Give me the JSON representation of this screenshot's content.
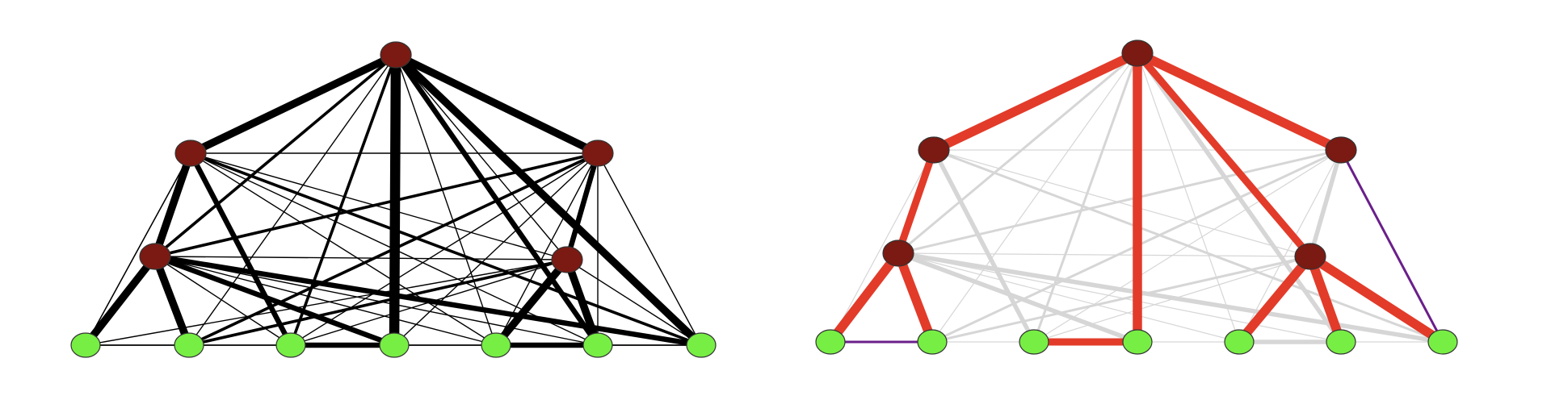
{
  "colors": {
    "background": "#ffffff",
    "full_edge": "#000000",
    "faded_edge": "#d6d6d6",
    "tree_edge": "#e23b2a",
    "extra_edge": "#6a1f8a",
    "steiner_node": "#7a1a12",
    "terminal_node": "#77ee44",
    "node_outline": "#333333"
  },
  "graphs": [
    {
      "id": "complete-graph",
      "nodes": [
        {
          "id": "T",
          "kind": "steiner"
        },
        {
          "id": "UL",
          "kind": "steiner"
        },
        {
          "id": "UR",
          "kind": "steiner"
        },
        {
          "id": "ML",
          "kind": "steiner"
        },
        {
          "id": "MR",
          "kind": "steiner"
        },
        {
          "id": "B1",
          "kind": "terminal"
        },
        {
          "id": "B2",
          "kind": "terminal"
        },
        {
          "id": "B3",
          "kind": "terminal"
        },
        {
          "id": "B4",
          "kind": "terminal"
        },
        {
          "id": "B5",
          "kind": "terminal"
        },
        {
          "id": "B6",
          "kind": "terminal"
        },
        {
          "id": "B7",
          "kind": "terminal"
        }
      ],
      "edges": [
        {
          "a": "T",
          "b": "UL",
          "w": 4,
          "style": "full"
        },
        {
          "a": "T",
          "b": "UR",
          "w": 4,
          "style": "full"
        },
        {
          "a": "T",
          "b": "B4",
          "w": 5,
          "style": "full"
        },
        {
          "a": "T",
          "b": "B6",
          "w": 3,
          "style": "full"
        },
        {
          "a": "T",
          "b": "B7",
          "w": 4,
          "style": "full"
        },
        {
          "a": "T",
          "b": "ML",
          "w": 2,
          "style": "full"
        },
        {
          "a": "T",
          "b": "MR",
          "w": 1,
          "style": "full"
        },
        {
          "a": "T",
          "b": "B3",
          "w": 2,
          "style": "full"
        },
        {
          "a": "T",
          "b": "B5",
          "w": 1,
          "style": "full"
        },
        {
          "a": "T",
          "b": "B2",
          "w": 1,
          "style": "full"
        },
        {
          "a": "UL",
          "b": "UR",
          "w": 1,
          "style": "full"
        },
        {
          "a": "UL",
          "b": "ML",
          "w": 4,
          "style": "full"
        },
        {
          "a": "UL",
          "b": "B3",
          "w": 3,
          "style": "full"
        },
        {
          "a": "UL",
          "b": "B7",
          "w": 2,
          "style": "full"
        },
        {
          "a": "UL",
          "b": "B1",
          "w": 1,
          "style": "full"
        },
        {
          "a": "UL",
          "b": "MR",
          "w": 1,
          "style": "full"
        },
        {
          "a": "UL",
          "b": "B5",
          "w": 1,
          "style": "full"
        },
        {
          "a": "UL",
          "b": "B6",
          "w": 1,
          "style": "full"
        },
        {
          "a": "UR",
          "b": "MR",
          "w": 3,
          "style": "full"
        },
        {
          "a": "UR",
          "b": "ML",
          "w": 2,
          "style": "full"
        },
        {
          "a": "UR",
          "b": "B2",
          "w": 2,
          "style": "full"
        },
        {
          "a": "UR",
          "b": "B3",
          "w": 1,
          "style": "full"
        },
        {
          "a": "UR",
          "b": "B7",
          "w": 1,
          "style": "full"
        },
        {
          "a": "UR",
          "b": "B5",
          "w": 1,
          "style": "full"
        },
        {
          "a": "UR",
          "b": "B4",
          "w": 1,
          "style": "full"
        },
        {
          "a": "ML",
          "b": "MR",
          "w": 1,
          "style": "full"
        },
        {
          "a": "ML",
          "b": "B1",
          "w": 4,
          "style": "full"
        },
        {
          "a": "ML",
          "b": "B2",
          "w": 4,
          "style": "full"
        },
        {
          "a": "ML",
          "b": "B4",
          "w": 3,
          "style": "full"
        },
        {
          "a": "ML",
          "b": "B7",
          "w": 3,
          "style": "full"
        },
        {
          "a": "ML",
          "b": "B5",
          "w": 1,
          "style": "full"
        },
        {
          "a": "ML",
          "b": "B3",
          "w": 1,
          "style": "full"
        },
        {
          "a": "ML",
          "b": "B6",
          "w": 1,
          "style": "full"
        },
        {
          "a": "MR",
          "b": "B5",
          "w": 4,
          "style": "full"
        },
        {
          "a": "MR",
          "b": "B6",
          "w": 4,
          "style": "full"
        },
        {
          "a": "MR",
          "b": "B2",
          "w": 2,
          "style": "full"
        },
        {
          "a": "MR",
          "b": "B1",
          "w": 1,
          "style": "full"
        },
        {
          "a": "MR",
          "b": "B3",
          "w": 1,
          "style": "full"
        },
        {
          "a": "MR",
          "b": "B7",
          "w": 1,
          "style": "full"
        },
        {
          "a": "B1",
          "b": "B2",
          "w": 1,
          "style": "full"
        },
        {
          "a": "B2",
          "b": "B3",
          "w": 1,
          "style": "full"
        },
        {
          "a": "B3",
          "b": "B4",
          "w": 3,
          "style": "full"
        },
        {
          "a": "B4",
          "b": "B5",
          "w": 1,
          "style": "full"
        },
        {
          "a": "B5",
          "b": "B6",
          "w": 3,
          "style": "full"
        },
        {
          "a": "B6",
          "b": "B7",
          "w": 1,
          "style": "full"
        },
        {
          "a": "B1",
          "b": "B7",
          "w": 1,
          "style": "full"
        },
        {
          "a": "B1",
          "b": "UL",
          "w": 1,
          "style": "full"
        },
        {
          "a": "UR",
          "b": "B6",
          "w": 1,
          "style": "full"
        }
      ]
    },
    {
      "id": "steiner-tree",
      "nodes": [
        {
          "id": "T",
          "kind": "steiner"
        },
        {
          "id": "UL",
          "kind": "steiner"
        },
        {
          "id": "UR",
          "kind": "steiner"
        },
        {
          "id": "ML",
          "kind": "steiner"
        },
        {
          "id": "MR",
          "kind": "steiner"
        },
        {
          "id": "B1",
          "kind": "terminal"
        },
        {
          "id": "B2",
          "kind": "terminal"
        },
        {
          "id": "B3",
          "kind": "terminal"
        },
        {
          "id": "B4",
          "kind": "terminal"
        },
        {
          "id": "B5",
          "kind": "terminal"
        },
        {
          "id": "B6",
          "kind": "terminal"
        },
        {
          "id": "B7",
          "kind": "terminal"
        }
      ],
      "edges": [
        {
          "a": "T",
          "b": "UR",
          "w": 3,
          "style": "faded"
        },
        {
          "a": "T",
          "b": "B6",
          "w": 3,
          "style": "faded"
        },
        {
          "a": "T",
          "b": "ML",
          "w": 2,
          "style": "faded"
        },
        {
          "a": "T",
          "b": "B3",
          "w": 2,
          "style": "faded"
        },
        {
          "a": "T",
          "b": "B2",
          "w": 1,
          "style": "faded"
        },
        {
          "a": "T",
          "b": "B5",
          "w": 1,
          "style": "faded"
        },
        {
          "a": "UL",
          "b": "UR",
          "w": 1,
          "style": "faded"
        },
        {
          "a": "UL",
          "b": "B3",
          "w": 3,
          "style": "faded"
        },
        {
          "a": "UL",
          "b": "B7",
          "w": 2,
          "style": "faded"
        },
        {
          "a": "UL",
          "b": "B1",
          "w": 1,
          "style": "faded"
        },
        {
          "a": "UL",
          "b": "MR",
          "w": 1,
          "style": "faded"
        },
        {
          "a": "UR",
          "b": "MR",
          "w": 3,
          "style": "faded"
        },
        {
          "a": "UR",
          "b": "ML",
          "w": 2,
          "style": "faded"
        },
        {
          "a": "UR",
          "b": "B2",
          "w": 2,
          "style": "faded"
        },
        {
          "a": "UR",
          "b": "B3",
          "w": 1,
          "style": "faded"
        },
        {
          "a": "UR",
          "b": "B5",
          "w": 1,
          "style": "faded"
        },
        {
          "a": "ML",
          "b": "MR",
          "w": 1,
          "style": "faded"
        },
        {
          "a": "ML",
          "b": "B4",
          "w": 3,
          "style": "faded"
        },
        {
          "a": "ML",
          "b": "B7",
          "w": 3,
          "style": "faded"
        },
        {
          "a": "ML",
          "b": "B5",
          "w": 1,
          "style": "faded"
        },
        {
          "a": "ML",
          "b": "B6",
          "w": 1,
          "style": "faded"
        },
        {
          "a": "MR",
          "b": "B2",
          "w": 2,
          "style": "faded"
        },
        {
          "a": "MR",
          "b": "B3",
          "w": 1,
          "style": "faded"
        },
        {
          "a": "B2",
          "b": "B3",
          "w": 1,
          "style": "faded"
        },
        {
          "a": "B4",
          "b": "B5",
          "w": 1,
          "style": "faded"
        },
        {
          "a": "B5",
          "b": "B6",
          "w": 3,
          "style": "faded"
        },
        {
          "a": "B6",
          "b": "B7",
          "w": 1,
          "style": "faded"
        },
        {
          "a": "T",
          "b": "UL",
          "w": 4,
          "style": "tree"
        },
        {
          "a": "T",
          "b": "UR",
          "w": 4,
          "style": "tree"
        },
        {
          "a": "T",
          "b": "B4",
          "w": 4,
          "style": "tree"
        },
        {
          "a": "T",
          "b": "MR",
          "w": 3,
          "style": "tree"
        },
        {
          "a": "UL",
          "b": "ML",
          "w": 3,
          "style": "tree"
        },
        {
          "a": "ML",
          "b": "B1",
          "w": 4,
          "style": "tree"
        },
        {
          "a": "ML",
          "b": "B2",
          "w": 4,
          "style": "tree"
        },
        {
          "a": "B3",
          "b": "B4",
          "w": 3,
          "style": "tree"
        },
        {
          "a": "MR",
          "b": "B5",
          "w": 4,
          "style": "tree"
        },
        {
          "a": "MR",
          "b": "B6",
          "w": 4,
          "style": "tree"
        },
        {
          "a": "MR",
          "b": "B7",
          "w": 4,
          "style": "tree"
        },
        {
          "a": "B1",
          "b": "B2",
          "w": 1,
          "style": "extra"
        },
        {
          "a": "UR",
          "b": "B7",
          "w": 1,
          "style": "extra"
        }
      ]
    }
  ]
}
